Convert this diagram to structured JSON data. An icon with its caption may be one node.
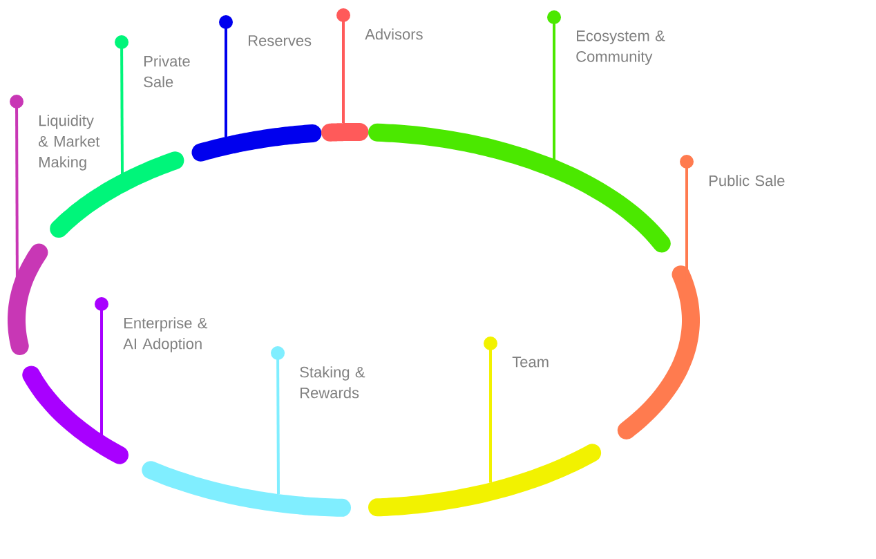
{
  "diagram": {
    "nodes": [
      {
        "text": [],
        "shape": "arc"
      },
      {
        "text": [],
        "shape": "arc"
      },
      {
        "text": [],
        "shape": "arc"
      },
      {
        "text": [],
        "shape": "arc"
      },
      {
        "text": [],
        "shape": "arc"
      },
      {
        "text": [],
        "shape": "arc"
      },
      {
        "text": [],
        "shape": "arc"
      },
      {
        "text": [],
        "shape": "arc"
      },
      {
        "text": [],
        "shape": "arc"
      },
      {
        "text": [
          "Advisors"
        ]
      },
      {
        "text": [
          "Ecosystem & Community"
        ]
      },
      {
        "text": [
          "Reserves"
        ]
      },
      {
        "text": [
          "Private Sale"
        ]
      },
      {
        "text": [
          "Liquidity & Market Making"
        ]
      },
      {
        "text": [
          "Public Sale"
        ]
      },
      {
        "text": [
          "Enterprise & AI Adoption"
        ]
      },
      {
        "text": [
          "Team"
        ]
      },
      {
        "text": [
          "Staking & Rewards"
        ]
      }
    ],
    "edges": [
      {
        "from": 9,
        "to": 5,
        "arrow": "other",
        "color": "#ff5a5a"
      },
      {
        "from": 10,
        "to": 7,
        "arrow": "other",
        "color": "#4be800"
      },
      {
        "from": 11,
        "to": 4,
        "arrow": "other",
        "color": "#0000ee"
      },
      {
        "from": 12,
        "to": 2,
        "arrow": "other",
        "color": "#00f57a"
      },
      {
        "from": 13,
        "to": 0,
        "arrow": "other",
        "color": "#c837b5"
      },
      {
        "from": 14,
        "to": 8,
        "arrow": "other",
        "color": "#ff7b4f"
      },
      {
        "from": 15,
        "to": 1,
        "arrow": "other",
        "color": "#a800ff"
      },
      {
        "from": 16,
        "to": 6,
        "arrow": "other",
        "color": "#f2f200"
      },
      {
        "from": 17,
        "to": 3,
        "arrow": "other",
        "color": "#80eeff"
      }
    ]
  }
}
